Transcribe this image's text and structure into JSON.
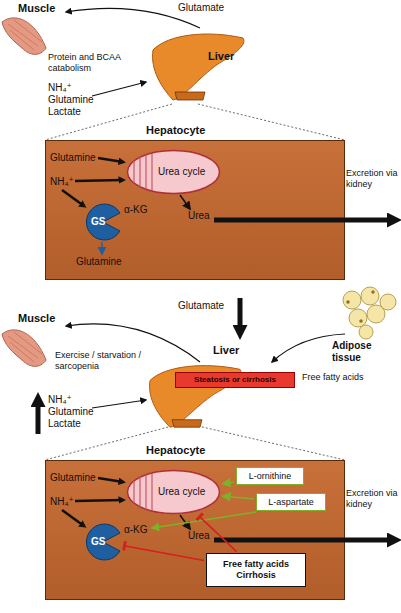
{
  "diagram": {
    "nodes": [
      {
        "text": [
          "Liver"
        ]
      },
      {
        "text": [
          "Hepatocyte"
        ]
      },
      {
        "text": [
          "Urea cycle"
        ],
        "in": 1
      },
      {
        "text": [
          "GS"
        ],
        "in": 1
      },
      {
        "text": [
          "Liver"
        ]
      },
      {
        "text": [
          "Steatosis or cirrhosis"
        ],
        "in": 4
      },
      {
        "text": [
          "Hepatocyte"
        ]
      },
      {
        "text": [
          "Urea cycle"
        ],
        "in": 6
      },
      {
        "text": [
          "L-ornithine"
        ],
        "in": 6
      },
      {
        "text": [
          "L-aspartate"
        ],
        "in": 6
      },
      {
        "text": [
          "GS"
        ],
        "in": 6
      },
      {
        "text": [
          "Free fatty acids",
          "Cirrhosis"
        ],
        "in": 6
      }
    ],
    "edges": [
      {
        "from": 8,
        "to": 7,
        "arrow": "to"
      },
      {
        "from": 9,
        "to": 7,
        "arrow": "to"
      },
      {
        "from": 11,
        "to": 10,
        "arrow": "to"
      },
      {
        "from": 11,
        "to": 7,
        "arrow": "to"
      }
    ],
    "labels": [
      "Muscle",
      "Glutamate",
      "Protein and BCAA catabolism",
      "NH₄⁺",
      "Glutamine",
      "Lactate",
      "Glutamine",
      "NH₄⁺",
      "α-KG",
      "Glutamine",
      "Urea",
      "Excretion via kidney",
      "Muscle",
      "Glutamate",
      "Exercise / starvation / sarcopenia",
      "NH₄⁺",
      "Glutamine",
      "Lactate",
      "Adipose tissue",
      "Free fatty acids",
      "Glutamine",
      "NH₄⁺",
      "α-KG",
      "Urea",
      "Excretion via kidney"
    ]
  }
}
